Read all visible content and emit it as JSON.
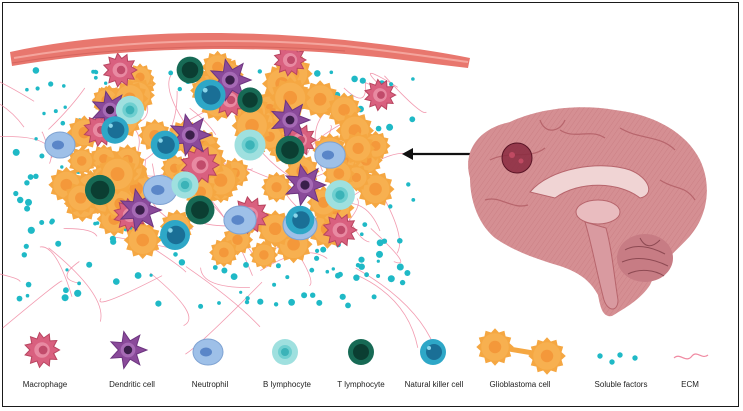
{
  "legend": [
    {
      "id": "macrophage",
      "label": "Macrophage",
      "color": "#d9607f"
    },
    {
      "id": "dendritic",
      "label": "Dendritic cell",
      "color": "#8a4a9a"
    },
    {
      "id": "neutrophil",
      "label": "Neutrophil",
      "color": "#9ec0e8"
    },
    {
      "id": "b-lymphocyte",
      "label": "B lymphocyte",
      "color": "#9fe0df"
    },
    {
      "id": "t-lymphocyte",
      "label": "T lymphocyte",
      "color": "#176a55"
    },
    {
      "id": "nk-cell",
      "label": "Natural killer cell",
      "color": "#2ea7c7"
    },
    {
      "id": "glioblastoma",
      "label": "Glioblastoma cell",
      "color": "#f5a742"
    },
    {
      "id": "soluble",
      "label": "Soluble factors",
      "color": "#1fb9c6"
    },
    {
      "id": "ecm",
      "label": "ECM",
      "color": "#f08aa2"
    }
  ],
  "colors": {
    "vessel": "#e8776e",
    "brain": "#d58f93",
    "tumor_site": "#8a2a3f",
    "arrow": "#111111"
  }
}
